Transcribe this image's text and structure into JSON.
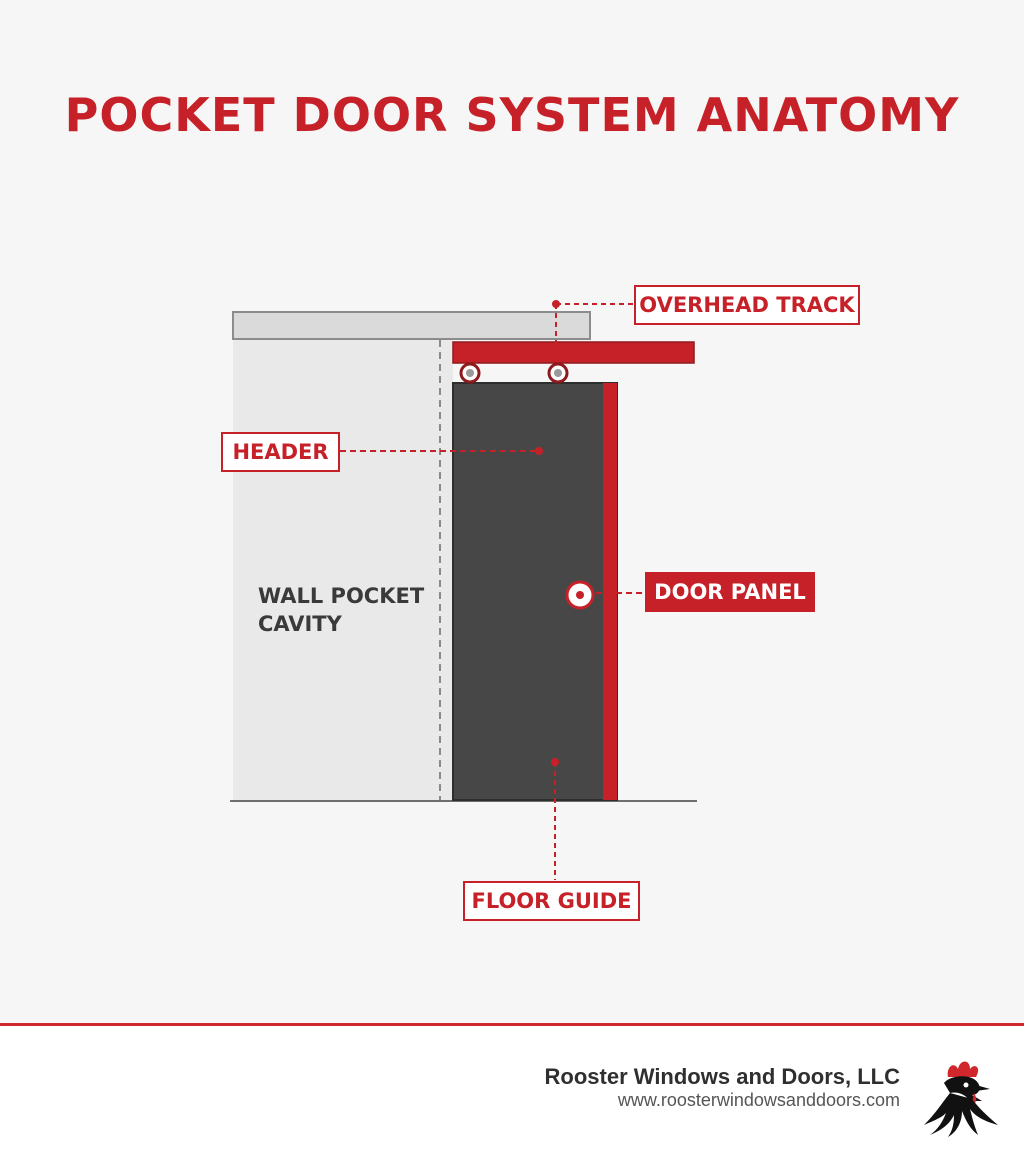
{
  "title": "POCKET DOOR SYSTEM ANATOMY",
  "cavity_label": [
    "WALL POCKET",
    "CAVITY"
  ],
  "callouts": {
    "overhead_track": "OVERHEAD TRACK",
    "header": "HEADER",
    "door_panel": "DOOR PANEL",
    "floor_guide": "FLOOR GUIDE"
  },
  "footer": {
    "company": "Rooster Windows and Doors, LLC",
    "website": "www.roosterwindowsanddoors.com",
    "logo_icon": "rooster-logo-icon"
  },
  "colors": {
    "accent": "#c62128",
    "door": "#474747",
    "wall": "#e9e9e9",
    "header_beam": "#d9d9d9"
  }
}
